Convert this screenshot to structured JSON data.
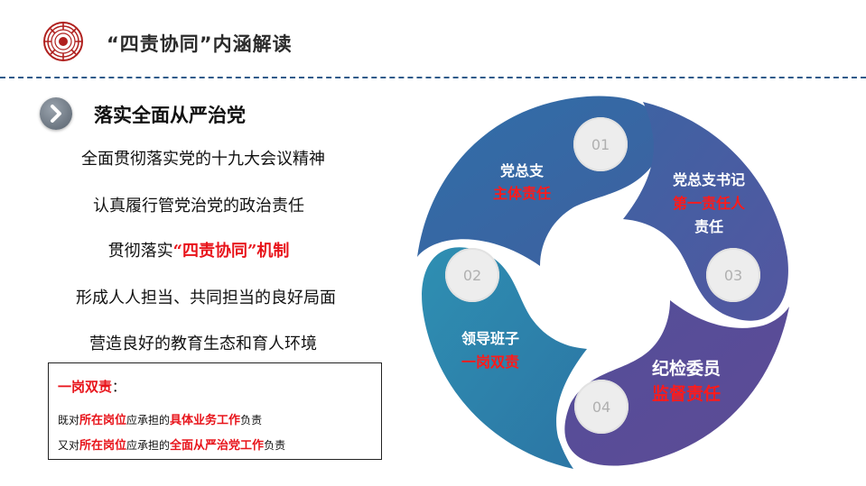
{
  "header": {
    "title": "“四责协同”内涵解读"
  },
  "section": {
    "title": "落实全面从严治党"
  },
  "lines": [
    {
      "pre": "全面贯彻落实党的十九大会议精神",
      "highlight": "",
      "post": ""
    },
    {
      "pre": "认真履行管党治党的政治责任",
      "highlight": "",
      "post": ""
    },
    {
      "pre": "贯彻落实",
      "highlight": "“四责协同”机制",
      "post": ""
    },
    {
      "pre": "形成人人担当、共同担当的良好局面",
      "highlight": "",
      "post": ""
    },
    {
      "pre": "营造良好的教育生态和育人环境",
      "highlight": "",
      "post": ""
    }
  ],
  "box": {
    "head_red": "一岗双责",
    "head_tail": "：",
    "line1": {
      "a": "既对",
      "b": "所在岗位",
      "c": "应承担的",
      "d": "具体业务工作",
      "e": "负责"
    },
    "line2": {
      "a": "又对",
      "b": "所在岗位",
      "c": "应承担的",
      "d": "全面从严治党工作",
      "e": "负责"
    }
  },
  "cycle": {
    "segments": [
      {
        "num": "01",
        "line1": "党总支",
        "line2": "主体责任",
        "line3": "",
        "color": "#3b6ea5"
      },
      {
        "num": "03",
        "line1": "党总支书记",
        "line2": "第一责任人",
        "line3": "责任",
        "color": "#4f5aa1"
      },
      {
        "num": "04",
        "line1": "纪检委员",
        "line2": "监督责任",
        "line3": "",
        "color": "#5a4f98"
      },
      {
        "num": "02",
        "line1": "领导班子",
        "line2": "一岗双责",
        "line3": "",
        "color": "#2f86ad"
      }
    ]
  },
  "colors": {
    "accent_red": "#e8141b",
    "header_line": "#2e5a8a"
  }
}
